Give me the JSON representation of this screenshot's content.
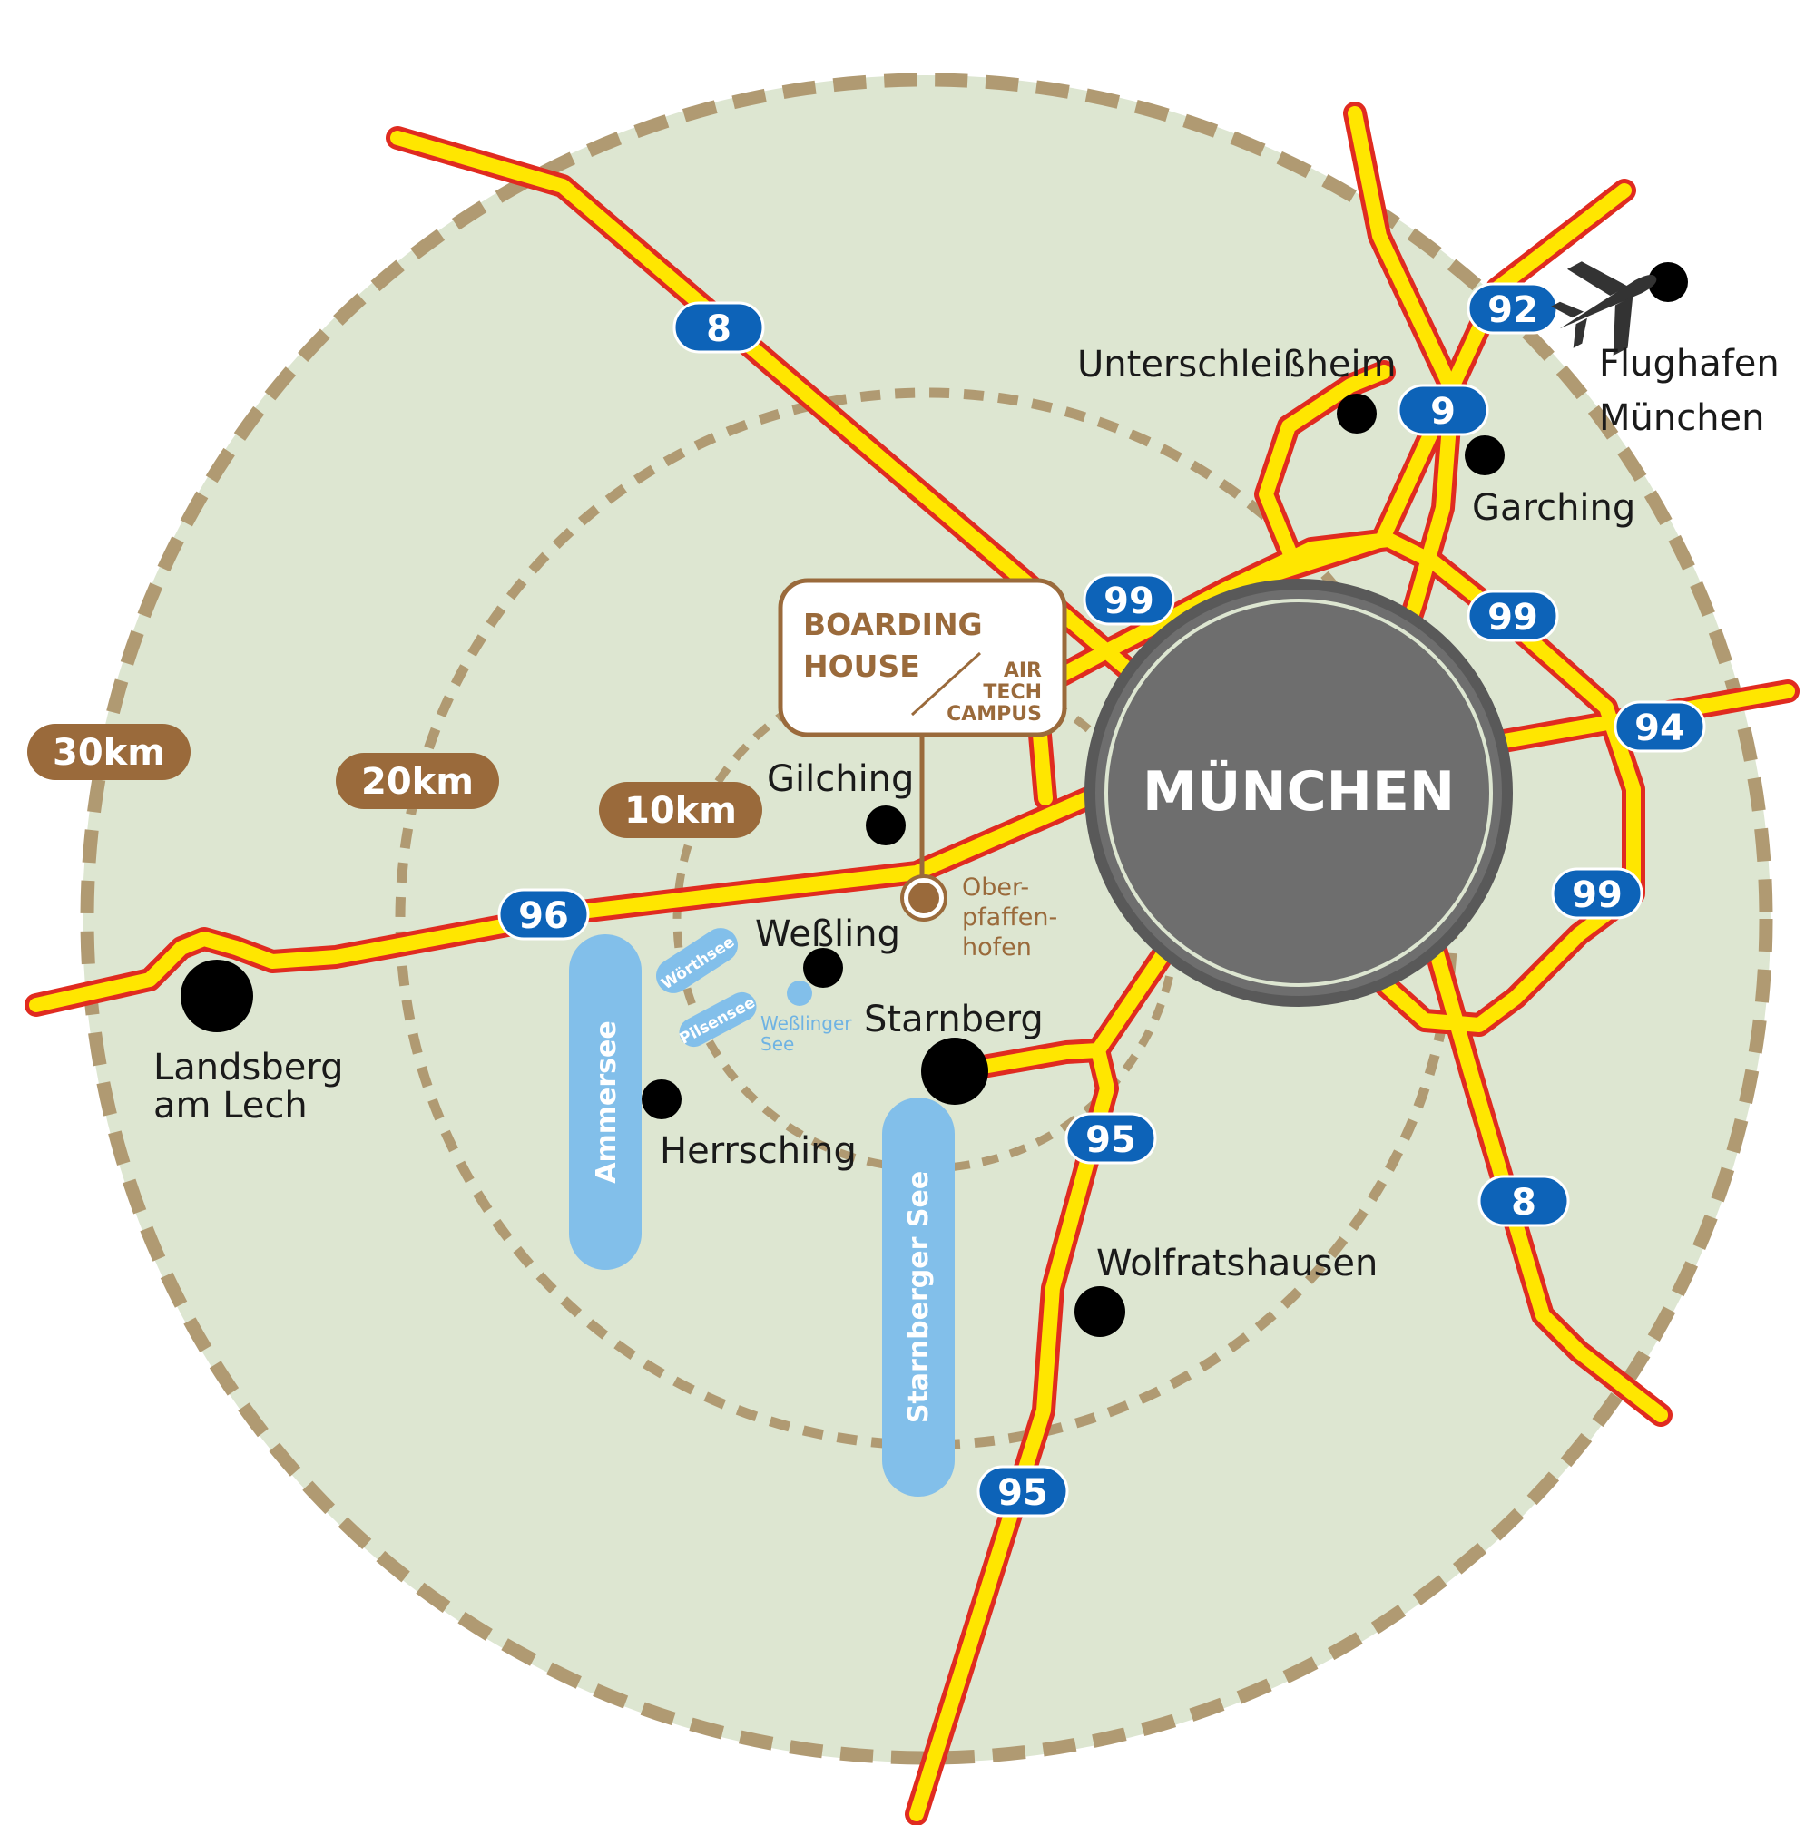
{
  "center_city": "MÜNCHEN",
  "rings": [
    {
      "label": "10km"
    },
    {
      "label": "20km"
    },
    {
      "label": "30km"
    }
  ],
  "motorways": {
    "a8_nw": "8",
    "a8_se": "8",
    "a92": "92",
    "a9": "9",
    "a99_w": "99",
    "a99_ne": "99",
    "a99_e": "99",
    "a94": "94",
    "a96": "96",
    "a95_n": "95",
    "a95_s": "95"
  },
  "places": {
    "unterschleissheim": "Unterschleißheim",
    "garching": "Garching",
    "flughafen_line1": "Flughafen",
    "flughafen_line2": "München",
    "gilching": "Gilching",
    "wessling": "Weßling",
    "starnberg": "Starnberg",
    "herrsching": "Herrsching",
    "wolfratshausen": "Wolfratshausen",
    "landsberg_line1": "Landsberg",
    "landsberg_line2": "am Lech",
    "oberpfaffenhofen_line1": "Ober-",
    "oberpfaffenhofen_line2": "pfaffen-",
    "oberpfaffenhofen_line3": "hofen"
  },
  "lakes": {
    "ammersee": "Ammersee",
    "starnberger_see": "Starnberger See",
    "woerthsee": "Wörthsee",
    "pilsensee": "Pilsensee",
    "wesslinger_see_line1": "Weßlinger",
    "wesslinger_see_line2": "See"
  },
  "boarding_house": {
    "line1": "BOARDING",
    "line2": "HOUSE",
    "sub1": "AIR",
    "sub2": "TECH",
    "sub3": "CAMPUS"
  },
  "icons": {
    "airport": "airplane-icon"
  },
  "colors": {
    "background_disc": "#dde6d1",
    "ring_dash": "#b09a72",
    "ring_label_bg": "#9a6a3b",
    "road_outer": "#e02b20",
    "road_inner": "#ffe600",
    "shield_bg": "#0d63b8",
    "lake": "#82bfea",
    "city_disc": "#6e6e6e",
    "city_ring": "#595959",
    "accent_brown": "#9a6a3b"
  }
}
